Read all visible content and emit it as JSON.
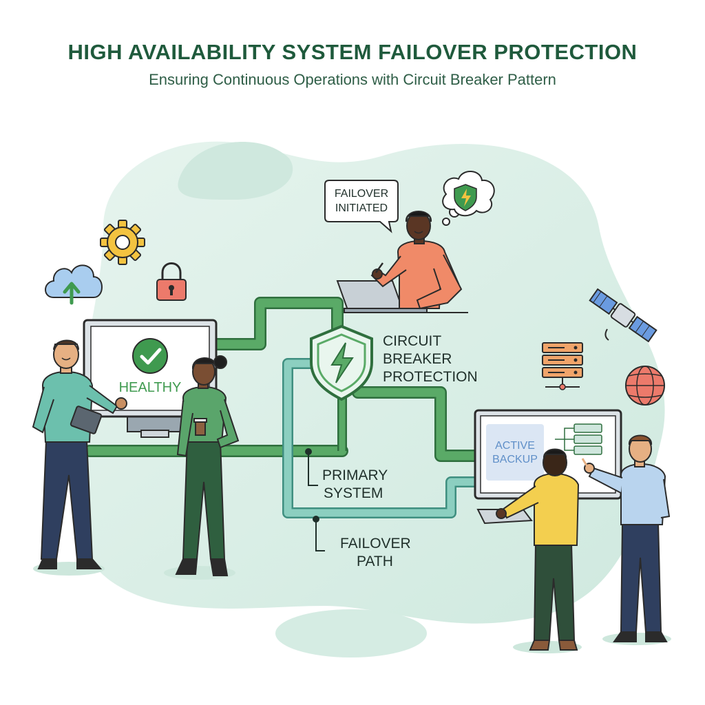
{
  "header": {
    "title": "HIGH AVAILABILITY SYSTEM FAILOVER PROTECTION",
    "subtitle": "Ensuring Continuous Operations with Circuit Breaker Pattern"
  },
  "labels": {
    "healthy": "HEALTHY",
    "speech_line1": "FAILOVER",
    "speech_line2": "INITIATED",
    "circuit_line1": "CIRCUIT",
    "circuit_line2": "BREAKER",
    "circuit_line3": "PROTECTION",
    "primary_line1": "PRIMARY",
    "primary_line2": "SYSTEM",
    "failover_line1": "FAILOVER",
    "failover_line2": "PATH",
    "active_line1": "ACTIVE",
    "active_line2": "BACKUP"
  },
  "colors": {
    "primary_path": "#5aaa67",
    "failover_path": "#7fc4b6",
    "title": "#1f5a3c",
    "blob": "#d9efe7"
  },
  "icons": [
    "gear-icon",
    "cloud-upload-icon",
    "padlock-icon",
    "shield-bolt-icon",
    "satellite-icon",
    "server-stack-icon",
    "globe-icon",
    "checkmark-icon"
  ]
}
